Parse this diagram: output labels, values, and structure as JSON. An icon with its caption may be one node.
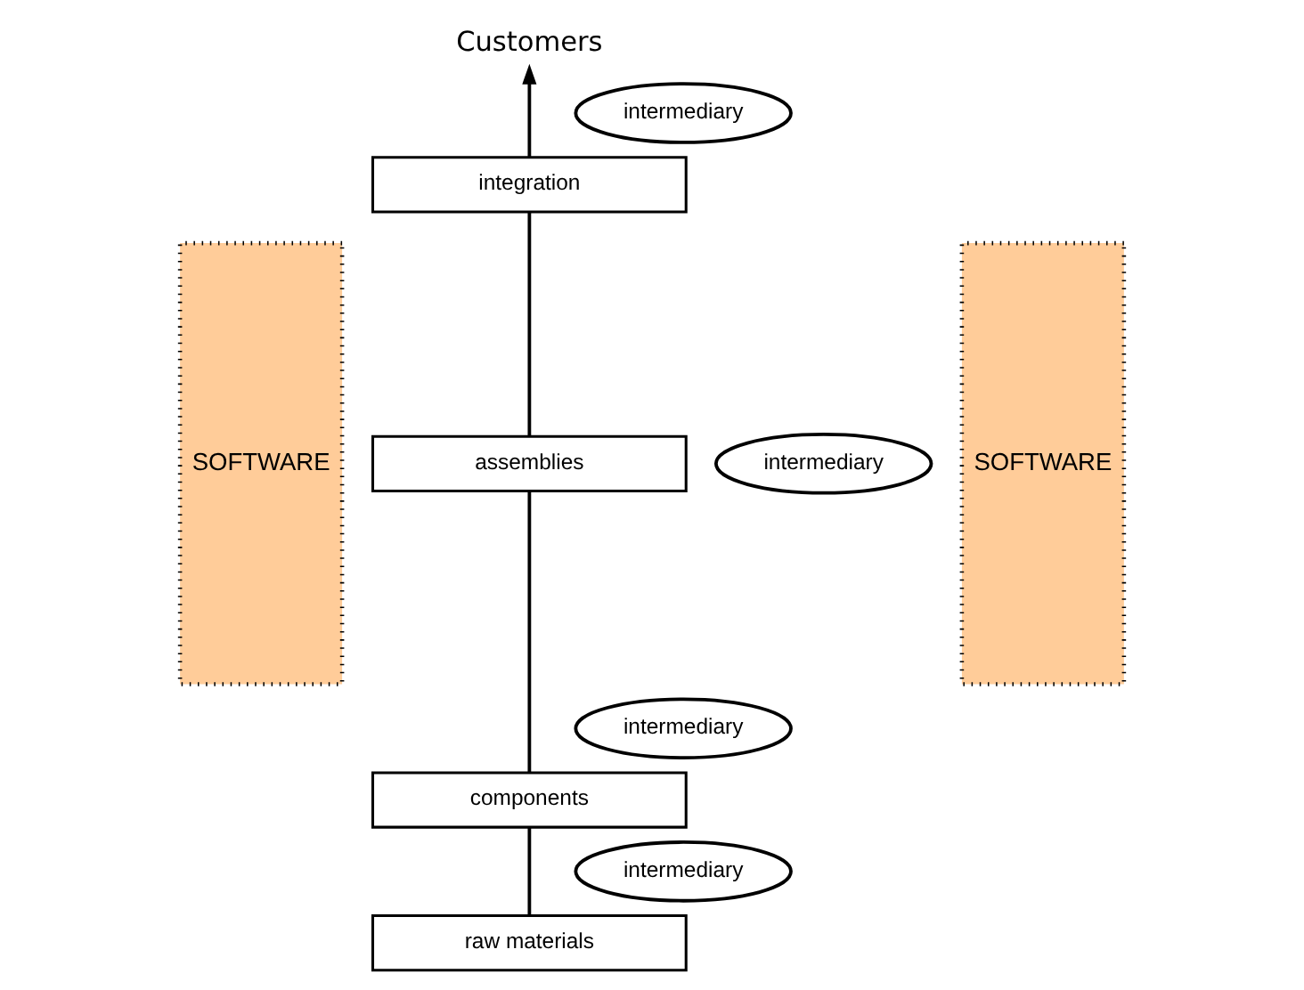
{
  "diagram": {
    "nodes": [
      {
        "text": [
          "Customers"
        ]
      },
      {
        "text": [
          "SOFTWARE"
        ]
      },
      {
        "text": [
          "SOFTWARE"
        ]
      },
      {
        "text": [
          "intermediary"
        ]
      },
      {
        "text": [
          "integration"
        ]
      },
      {
        "text": [
          "intermediary"
        ]
      },
      {
        "text": [
          "assemblies"
        ]
      },
      {
        "text": [
          "intermediary"
        ]
      },
      {
        "text": [
          "components"
        ]
      },
      {
        "text": [
          "intermediary"
        ]
      },
      {
        "text": [
          "raw materials"
        ]
      }
    ],
    "edges": [
      {
        "from": 10,
        "to": 8,
        "arrow": "none"
      },
      {
        "from": 8,
        "to": 6,
        "arrow": "none"
      },
      {
        "from": 6,
        "to": 4,
        "arrow": "none"
      },
      {
        "from": 4,
        "to": 0,
        "arrow": "to"
      }
    ]
  }
}
